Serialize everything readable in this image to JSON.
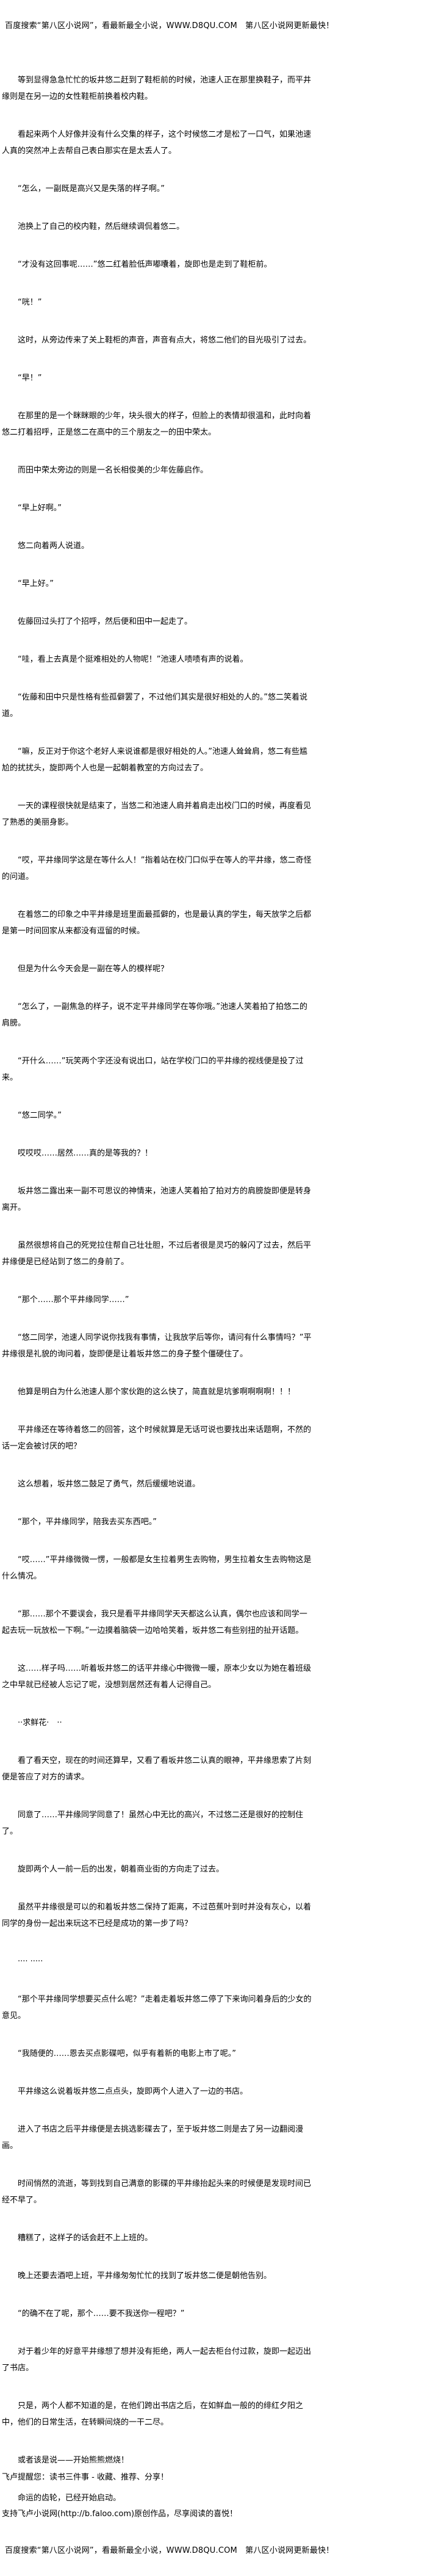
{
  "banner": {
    "text": "百度搜索“第八区小说网”，看最新最全小说，WWW.D8QU.COM　第八区小说网更新最快！"
  },
  "paragraphs": [
    "等到显得急急忙忙的坂井悠二赶到了鞋柜前的时候，池速人正在那里换鞋子，而平井缘则是在另一边的女性鞋柜前换着校内鞋。",
    "看起来两个人好像并没有什么交集的样子，这个时候悠二才是松了一口气，如果池速人真的突然冲上去帮自己表白那实在是太丢人了。",
    "“怎么，一副既是高兴又是失落的样子啊。”",
    "池换上了自己的校内鞋，然后继续调侃着悠二。",
    "“才没有这回事呢……”悠二红着脸低声嘟囔着，旋即也是走到了鞋柜前。",
    "“咣！”",
    "这时，从旁边传来了关上鞋柜的声音，声音有点大，将悠二他们的目光吸引了过去。",
    "“早！”",
    "在那里的是一个眯眯眼的少年，块头很大的样子，但脸上的表情却很温和，此时向着悠二打着招呼，正是悠二在高中的三个朋友之一的田中荣太。",
    "而田中荣太旁边的则是一名长相俊美的少年佐藤启作。",
    "“早上好啊。”",
    "悠二向着两人说道。",
    "“早上好。”",
    "佐藤回过头打了个招呼，然后便和田中一起走了。",
    "“哇，看上去真是个挺难相处的人物呢！”池速人啧啧有声的说着。",
    "“佐藤和田中只是性格有些孤僻罢了，不过他们其实是很好相处的人的。”悠二笑着说道。",
    "“嘛，反正对于你这个老好人来说谁都是很好相处的人。”池速人耸耸肩，悠二有些尴尬的扰扰头，旋即两个人也是一起朝着教室的方向过去了。",
    "一天的课程很快就是结束了，当悠二和池速人肩并着肩走出校门口的时候，再度看见了熟悉的美丽身影。",
    "“哎，平井缘同学这是在等什么人！”指着站在校门口似乎在等人的平井缘，悠二奇怪的问道。",
    "在着悠二的印象之中平井缘是班里面最孤僻的，也是最认真的学生，每天放学之后都是第一时间回家从来都没有逗留的时候。",
    "但是为什么今天会是一副在等人的模样呢？",
    "“怎么了，一副焦急的样子，说不定平井缘同学在等你哦。”池速人笑着拍了拍悠二的肩膀。",
    "“开什么……”玩笑两个字还没有说出口，站在学校门口的平井缘的视线便是投了过来。",
    "“悠二同学。”",
    "哎哎哎……居然……真的是等我的？！",
    "坂井悠二露出来一副不可思议的神情来，池速人笑着拍了拍对方的肩膀旋即便是转身离开。",
    "虽然很想将自己的死党拉住帮自己壮壮胆，不过后者很是灵巧的躲闪了过去，然后平井缘便是已经站到了悠二的身前了。",
    "“那个……那个平井缘同学……”",
    "“悠二同学，池速人同学说你找我有事情，让我放学后等你，请问有什么事情吗？”平井缘很是礼貌的询问着，旋即便是让着坂井悠二的身子整个僵硬住了。",
    "他算是明白为什么池速人那个家伙跑的这么快了，简直就是坑爹啊啊啊啊！！！",
    "平井缘还在等待着悠二的回答，这个时候就算是无话可说也要找出来话题啊，不然的话一定会被讨厌的吧？",
    "这么想着，坂井悠二鼓足了勇气，然后缓缓地说道。",
    "“那个，平井缘同学，陪我去买东西吧。”",
    "“哎……”平井缘微微一愣，一般都是女生拉着男生去购物，男生拉着女生去购物这是什么情况。",
    "“那……那个不要误会，我只是看平井缘同学天天都这么认真，偶尔也应该和同学一起去玩一玩放松一下啊。”一边摸着脑袋一边哈哈笑着，坂井悠二有些别扭的扯开话题。",
    "这……样子吗……听着坂井悠二的话平井缘心中微微一暖，原本少女以为她在着班级之中早就已经被人忘记了呢，没想到居然还有着人记得自己。",
    "··求鲜花·　··",
    "看了看天空，现在的时间还算早，又看了看坂井悠二认真的眼神，平井缘思索了片刻便是答应了对方的请求。",
    "同意了……平井缘同学同意了！虽然心中无比的高兴，不过悠二还是很好的控制住了。",
    "旋即两个人一前一后的出发，朝着商业街的方向走了过去。",
    "虽然平井缘很是可以的和着坂井悠二保持了距离，不过芭蕉叶到时并没有灰心，以着同学的身份一起出来玩这不已经是成功的第一步了吗？",
    "···· ·····",
    "“那个平井缘同学想要买点什么呢？”走着走着坂井悠二停了下来询问着身后的少女的意见。",
    "“我随便的……恩去买点影碟吧，似乎有着新的电影上市了呢。”",
    "平井缘这么说着坂井悠二点点头，旋即两个人进入了一边的书店。",
    "进入了书店之后平井缘便是去挑选影碟去了，至于坂井悠二则是去了另一边翻阅漫画。",
    "时间悄然的流逝，等到找到自己满意的影碟的平井缘抬起头来的时候便是发现时间已经不早了。",
    "糟糕了，这样子的话会赶不上上班的。",
    "晚上还要去酒吧上班，平井缘匆匆忙忙的找到了坂井悠二便是朝他告别。",
    "“的确不在了呢，那个……要不我送你一程吧？”",
    "对于着少年的好意平井缘想了想并没有拒绝，两人一起去柜台付过款，旋即一起迈出了书店。",
    "只是，两个人都不知道的是，在他们跨出书店之后，在如鲜血一般的的绯红夕阳之中，他们的日常生活，在转瞬间烧的一干二尽。",
    "或者该是说——开始熊熊燃烧！",
    "命运的齿轮，已经开始启动。"
  ],
  "footer": {
    "reminder": "飞卢提醒您：读书三件事 - 收藏、推荐、分享！",
    "support": "支持飞卢小说网(http://b.faloo.com)原创作品，尽享阅读的喜悦！"
  }
}
